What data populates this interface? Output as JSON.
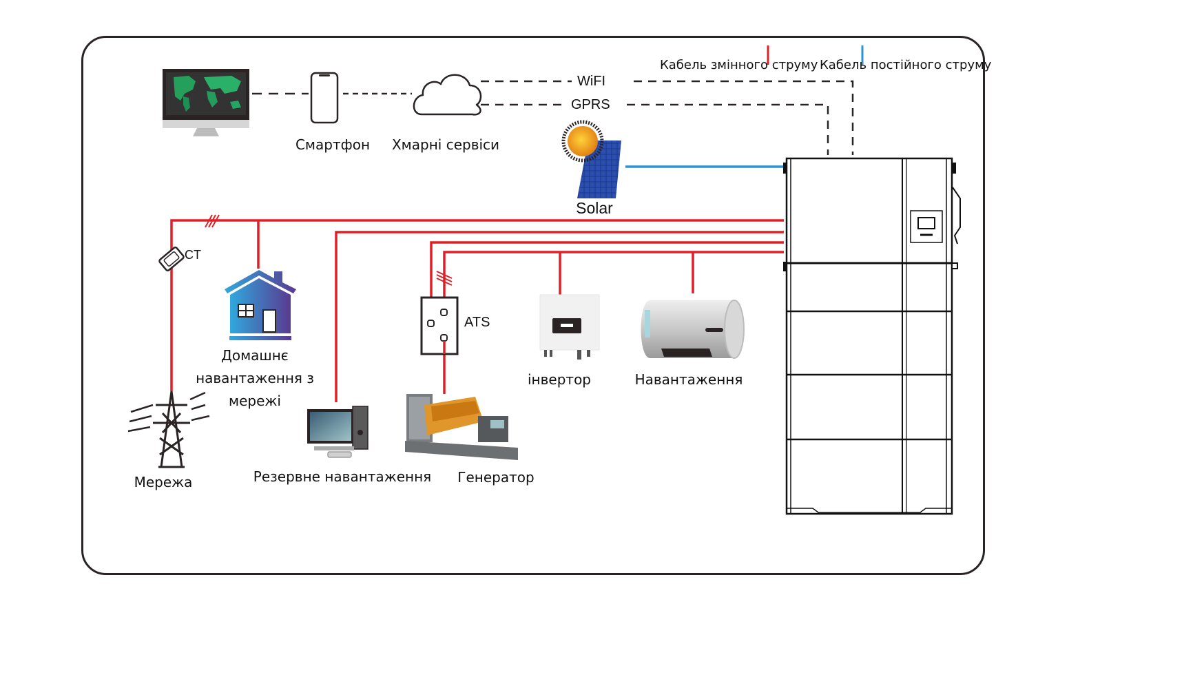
{
  "legend": {
    "ac_cable": {
      "label": "Кабель змінного струму",
      "color": "#e01f26"
    },
    "dc_cable": {
      "label": "Кабель постійного струму",
      "color": "#2b93d6"
    }
  },
  "communication": {
    "wifi_label": "WiFI",
    "gprs_label": "GPRS"
  },
  "devices": {
    "monitor": {
      "icon": "monitor-world-map-icon"
    },
    "smartphone": {
      "label": "Смартфон",
      "icon": "smartphone-icon"
    },
    "cloud": {
      "label": "Хмарні сервіси",
      "icon": "cloud-icon"
    },
    "solar": {
      "label": "Solar",
      "icon": "solar-panel-icon"
    },
    "ct": {
      "label": "CT",
      "icon": "current-transformer-icon"
    },
    "home_load": {
      "label": "Домашнє навантаження з мережі",
      "icon": "house-icon"
    },
    "grid": {
      "label": "Мережа",
      "icon": "power-pylon-icon"
    },
    "backup_load": {
      "label": "Резервне навантаження",
      "icon": "desktop-computer-icon"
    },
    "ats": {
      "label": "ATS",
      "icon": "ats-switch-icon"
    },
    "generator": {
      "label": "Генератор",
      "icon": "generator-icon"
    },
    "inverter": {
      "label": "інвертор",
      "icon": "inverter-icon"
    },
    "load": {
      "label": "Навантаження",
      "icon": "water-heater-icon"
    },
    "battery_cabinet": {
      "icon": "battery-cabinet-icon",
      "modules": 5
    }
  },
  "colors": {
    "frame": "#2a2324",
    "ac": "#e01f26",
    "dc": "#2b93d6",
    "dash": "#2a2324"
  }
}
